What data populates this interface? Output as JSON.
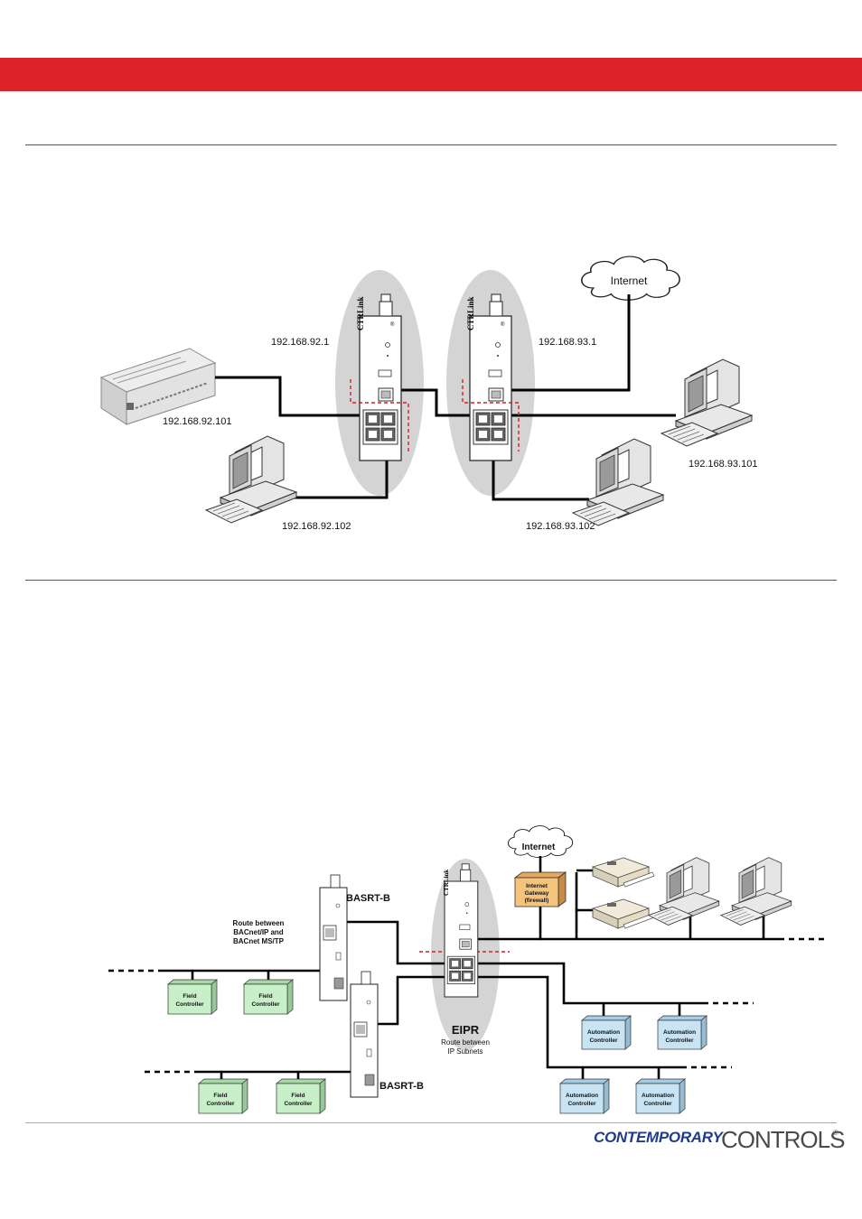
{
  "diagram1": {
    "cloud": "Internet",
    "router_brand": "CTRLink",
    "reg_mark": "®",
    "ip_router1": "192.168.92.1",
    "ip_router2": "192.168.93.1",
    "ip_controller": "192.168.92.101",
    "ip_pc_left": "192.168.92.102",
    "ip_pc_right_top": "192.168.93.101",
    "ip_pc_right_bottom": "192.168.93.102"
  },
  "diagram2": {
    "cloud": "Internet",
    "router_brand": "CTRLink",
    "basrt_top": "BASRT-B",
    "basrt_bottom": "BASRT-B",
    "route_note": [
      "Route between",
      "BACnet/IP and",
      "BACnet MS/TP"
    ],
    "eipr_title": "EIPR",
    "eipr_note": [
      "Route between",
      "IP Subnets"
    ],
    "gateway": [
      "Internet",
      "Gateway",
      "(firewall)"
    ],
    "field_controller": [
      "Field",
      "Controller"
    ],
    "automation_controller": [
      "Automation",
      "Controller"
    ],
    "colors": {
      "field": "#c8f0c8",
      "automation": "#c8e4f4",
      "gateway": "#f4c47c",
      "header": "#dc2229",
      "dashed": "#d42020"
    }
  },
  "footer": {
    "logo_part1": "CONTEMPORARY",
    "logo_part2": "CONTROLS",
    "logo_mark": "®"
  }
}
